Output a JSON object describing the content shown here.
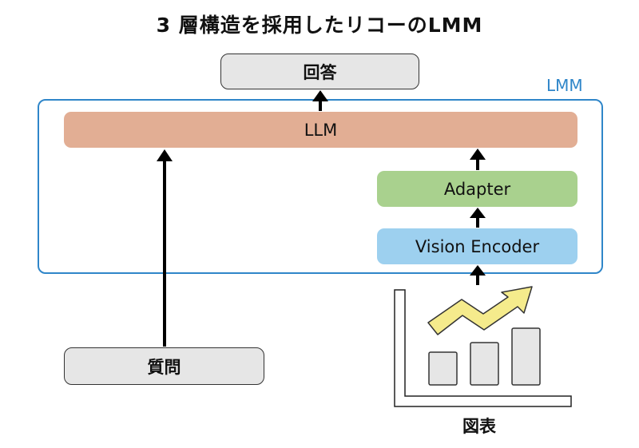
{
  "title": "3 層構造を採用したリコーのLMM",
  "frame_label": "LMM",
  "nodes": {
    "answer": "回答",
    "llm": "LLM",
    "adapter": "Adapter",
    "vision_encoder": "Vision Encoder",
    "question": "質問",
    "chart": "図表"
  },
  "colors": {
    "frame": "#2f86c9",
    "llm": "#e2ae94",
    "adapter": "#a9d18e",
    "vision_encoder": "#9dd0ef",
    "gray_box": "#e6e6e6",
    "trend_arrow": "#f5eb8c"
  },
  "icons": [
    "arrow-up-icon",
    "bar-chart-icon",
    "trend-arrow-icon"
  ]
}
